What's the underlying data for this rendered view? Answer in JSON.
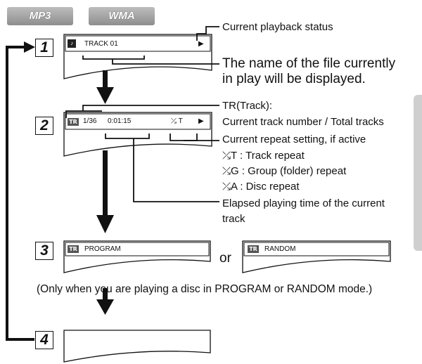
{
  "badges": {
    "mp3": "MP3",
    "wma": "WMA"
  },
  "steps": {
    "s1": "1",
    "s2": "2",
    "s3": "3",
    "s4": "4"
  },
  "screen1": {
    "icon": "♪",
    "track": "TRACK 01",
    "play": "▶"
  },
  "screen2": {
    "icon": "TR",
    "track_number": "1/36",
    "time": "0:01:15",
    "repeat": "⤰ T",
    "play": "▶"
  },
  "screen3": {
    "left": {
      "icon": "TR",
      "label": "PROGRAM"
    },
    "or": "or",
    "right": {
      "icon": "TR",
      "label": "RANDOM"
    }
  },
  "annotations": {
    "playback_status": "Current playback status",
    "file_name_1": "The name of the file currently",
    "file_name_2": "in play will be displayed.",
    "tr_title": "TR(Track):",
    "tr_desc": "Current track number / Total tracks",
    "repeat_title": "Current repeat setting, if active",
    "repeat_t": "⤰T  : Track repeat",
    "repeat_g": "⤰G  : Group (folder) repeat",
    "repeat_a": "⤰A  : Disc repeat",
    "elapsed_1": "Elapsed playing time of the current",
    "elapsed_2": "track",
    "mode_note": "(Only when you are playing a disc in PROGRAM or RANDOM mode.)"
  }
}
